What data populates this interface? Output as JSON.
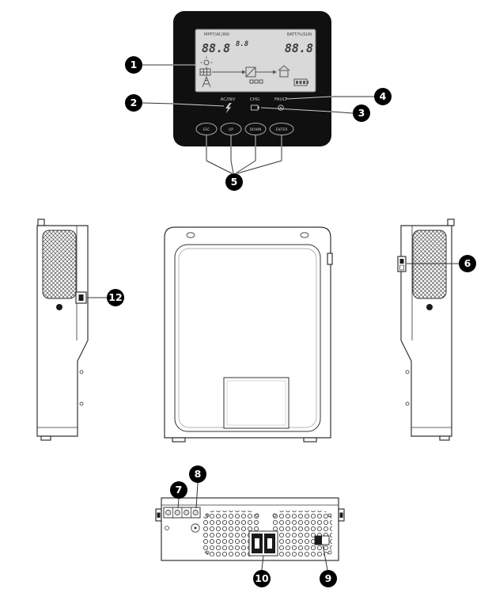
{
  "colors": {
    "panel": "#101010",
    "lcd": "#d9d9d9"
  },
  "panel": {
    "lcd": {
      "label_left": "MPPT/AC/INV",
      "label_right": "BATT/%/SUN",
      "digits_left": "88.8",
      "digits_mid": "8.8",
      "digits_right": "88.8"
    },
    "leds": [
      {
        "label": "AC/INV"
      },
      {
        "label": "CHG"
      },
      {
        "label": "FAULT"
      }
    ],
    "buttons": [
      {
        "label": "ESC"
      },
      {
        "label": "UP"
      },
      {
        "label": "DOWN"
      },
      {
        "label": "ENTER"
      }
    ]
  },
  "callouts": {
    "c1": "1",
    "c2": "2",
    "c3": "3",
    "c4": "4",
    "c5": "5",
    "c6": "6",
    "c7": "7",
    "c8": "8",
    "c9": "9",
    "c10": "10",
    "c12": "12"
  }
}
